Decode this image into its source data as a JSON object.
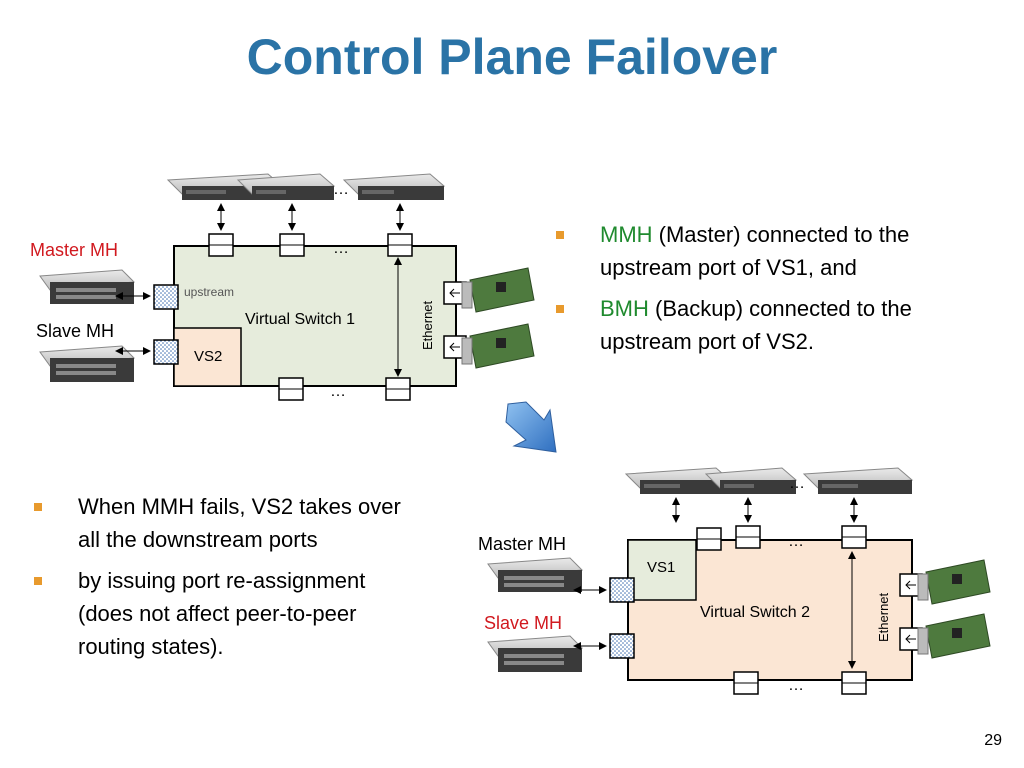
{
  "slide": {
    "title": "Control Plane Failover",
    "page_number": "29"
  },
  "right_bullets": [
    {
      "highlight": "MMH",
      "highlight_color": "#1f8a2e",
      "line1": " (Master) connected to the",
      "line2": "upstream port of VS1,  and"
    },
    {
      "highlight": "BMH",
      "highlight_color": "#1f8a2e",
      "line1": " (Backup) connected to the",
      "line2": "upstream port of VS2."
    }
  ],
  "left_bullets": [
    {
      "lines": [
        "When MMH fails,  VS2 takes over",
        "all the downstream ports"
      ]
    },
    {
      "lines": [
        "by issuing port re-assignment",
        "(does not affect peer-to-peer",
        "routing states)."
      ]
    }
  ],
  "diagram_top": {
    "master_label": "Master MH",
    "slave_label": "Slave MH",
    "switch_label": "Virtual Switch 1",
    "sub_switch_label": "VS2",
    "upstream_label": "upstream",
    "ethernet_label": "Ethernet",
    "ellipsis": "…"
  },
  "diagram_bottom": {
    "master_label": "Master MH",
    "slave_label": "Slave MH",
    "switch_label": "Virtual Switch 2",
    "sub_switch_label": "VS1",
    "ethernet_label": "Ethernet",
    "ellipsis": "…"
  },
  "colors": {
    "title": "#2a73a6",
    "bullet": "#e89a2d",
    "highlight_red": "#d1191f",
    "highlight_green": "#1f8a2e",
    "vs1_fill": "#e6ecdc",
    "vs2_fill": "#fbe6d4",
    "arrow_blue": "#4a90d9"
  }
}
